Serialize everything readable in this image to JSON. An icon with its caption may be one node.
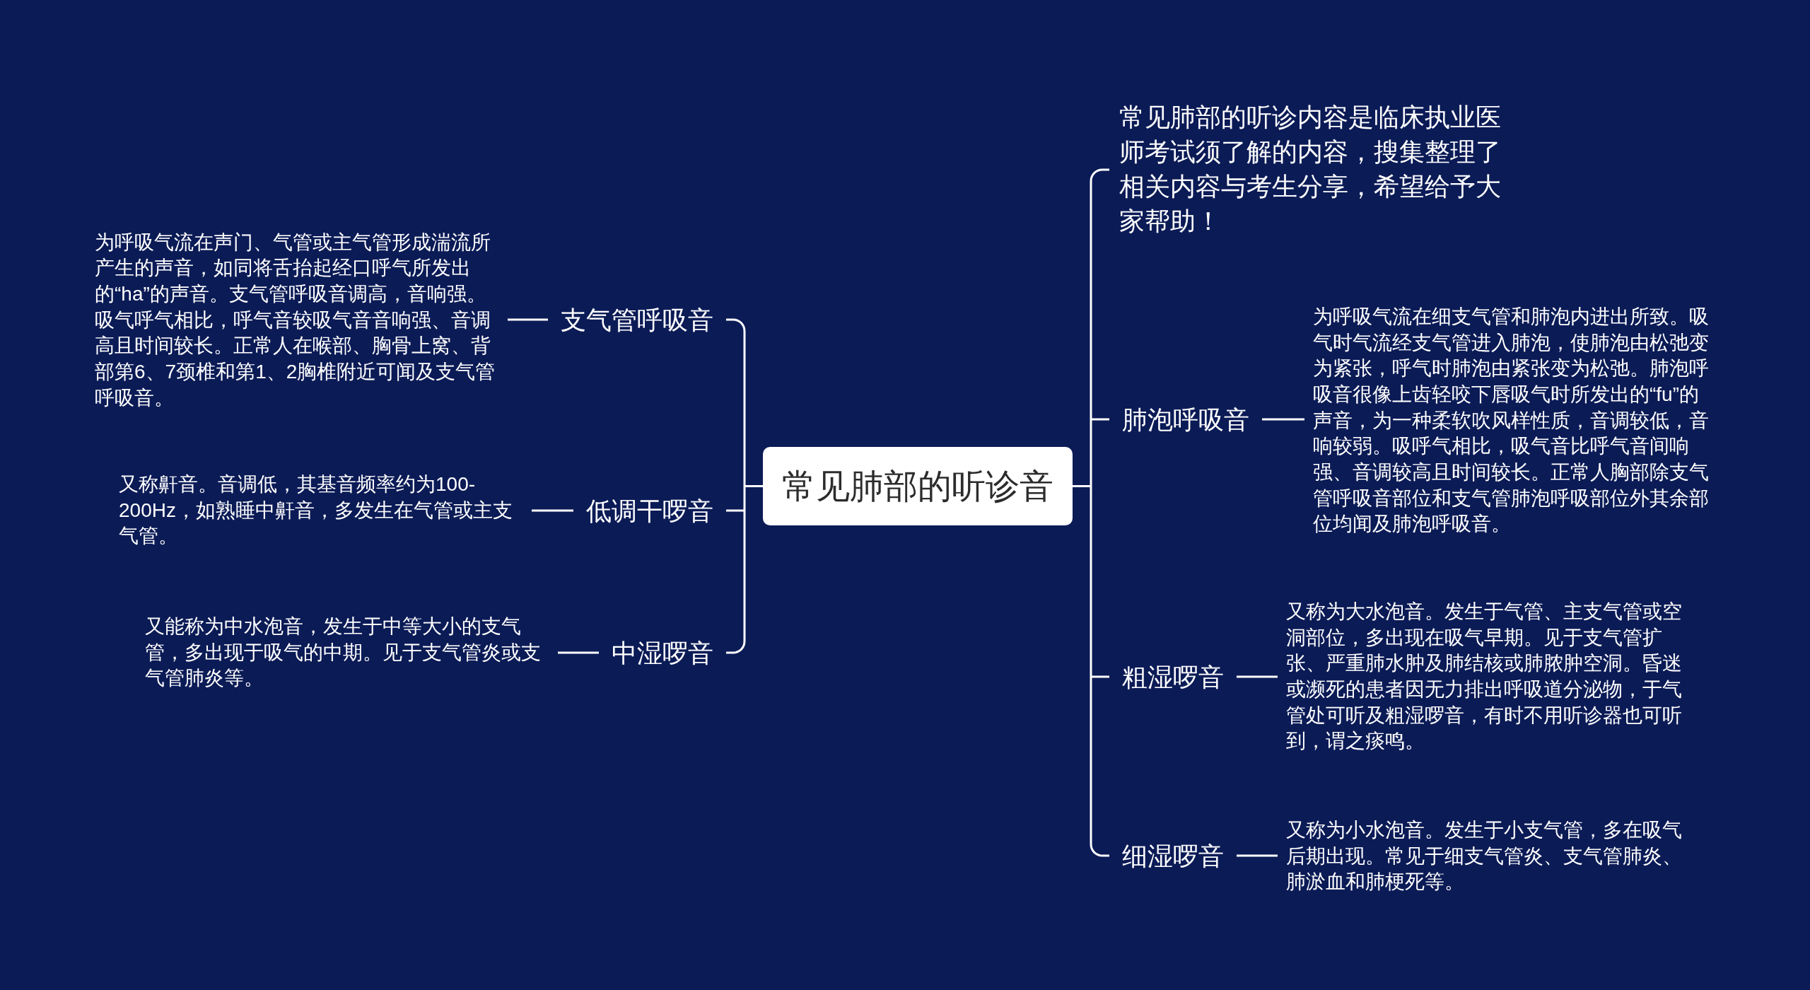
{
  "diagram": {
    "nodes": [
      {
        "text": [
          "常见肺部的听诊音"
        ]
      },
      {
        "text": [
          "支气管呼吸音"
        ]
      },
      {
        "text": [
          "为呼吸气流在声门、气管或主气管形成湍流所产生的声音，如同将舌抬起经口呼气所发出的“ha”的声音。支气管呼吸音调高，音响强。吸气呼气相比，呼气音较吸气音音响强、音调高且时间较长。正常人在喉部、胸骨上窝、背部第6、7颈椎和第1、2胸椎附近可闻及支气管呼吸音。"
        ]
      },
      {
        "text": [
          "低调干啰音"
        ]
      },
      {
        "text": [
          "又称鼾音。音调低，其基音频率约为100-200Hz，如熟睡中鼾音，多发生在气管或主支气管。"
        ]
      },
      {
        "text": [
          "中湿啰音"
        ]
      },
      {
        "text": [
          "又能称为中水泡音，发生于中等大小的支气管，多出现于吸气的中期。见于支气管炎或支气管肺炎等。"
        ]
      },
      {
        "text": [
          "常见肺部的听诊内容是临床执业医师考试须了解的内容，搜集整理了相关内容与考生分享，希望给予大家帮助！"
        ]
      },
      {
        "text": [
          "肺泡呼吸音"
        ]
      },
      {
        "text": [
          "为呼吸气流在细支气管和肺泡内进出所致。吸气时气流经支气管进入肺泡，使肺泡由松弛变为紧张，呼气时肺泡由紧张变为松弛。肺泡呼吸音很像上齿轻咬下唇吸气时所发出的“fu”的声音，为一种柔软吹风样性质，音调较低，音响较弱。吸呼气相比，吸气音比呼气音间响强、音调较高且时间较长。正常人胸部除支气管呼吸音部位和支气管肺泡呼吸部位外其余部位均闻及肺泡呼吸音。"
        ]
      },
      {
        "text": [
          "粗湿啰音"
        ]
      },
      {
        "text": [
          "又称为大水泡音。发生于气管、主支气管或空洞部位，多出现在吸气早期。见于支气管扩张、严重肺水肿及肺结核或肺脓肿空洞。昏迷或濒死的患者因无力排出呼吸道分泌物，于气管处可听及粗湿啰音，有时不用听诊器也可听到，谓之痰鸣。"
        ]
      },
      {
        "text": [
          "细湿啰音"
        ]
      },
      {
        "text": [
          "又称为小水泡音。发生于小支气管，多在吸气后期出现。常见于细支气管炎、支气管肺炎、肺淤血和肺梗死等。"
        ]
      }
    ],
    "edges": [
      {
        "from": 0,
        "to": 1,
        "arrow": "none"
      },
      {
        "from": 1,
        "to": 2,
        "arrow": "none"
      },
      {
        "from": 0,
        "to": 3,
        "arrow": "none"
      },
      {
        "from": 3,
        "to": 4,
        "arrow": "none"
      },
      {
        "from": 0,
        "to": 5,
        "arrow": "none"
      },
      {
        "from": 5,
        "to": 6,
        "arrow": "none"
      },
      {
        "from": 0,
        "to": 7,
        "arrow": "none"
      },
      {
        "from": 0,
        "to": 8,
        "arrow": "none"
      },
      {
        "from": 8,
        "to": 9,
        "arrow": "none"
      },
      {
        "from": 0,
        "to": 10,
        "arrow": "none"
      },
      {
        "from": 10,
        "to": 11,
        "arrow": "none"
      },
      {
        "from": 0,
        "to": 12,
        "arrow": "none"
      },
      {
        "from": 12,
        "to": 13,
        "arrow": "none"
      }
    ]
  }
}
